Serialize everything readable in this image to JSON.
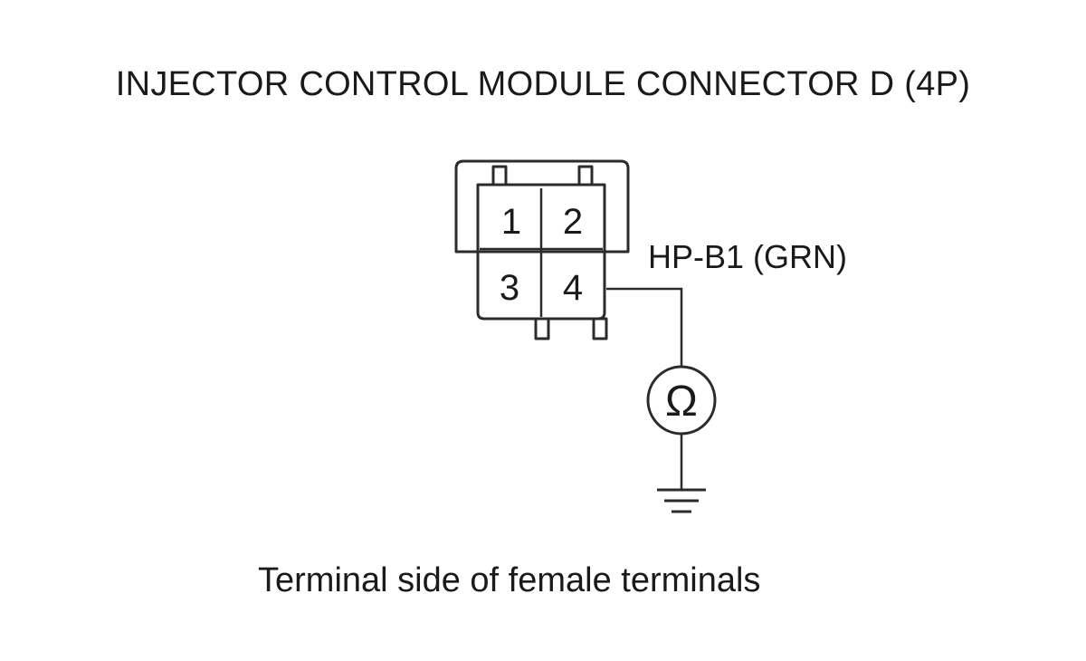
{
  "title": "INJECTOR CONTROL MODULE CONNECTOR D (4P)",
  "connector": {
    "terminals": [
      "1",
      "2",
      "3",
      "4"
    ]
  },
  "wire_label": "HP-B1 (GRN)",
  "meter_symbol": "Ω",
  "caption": "Terminal side of female terminals"
}
